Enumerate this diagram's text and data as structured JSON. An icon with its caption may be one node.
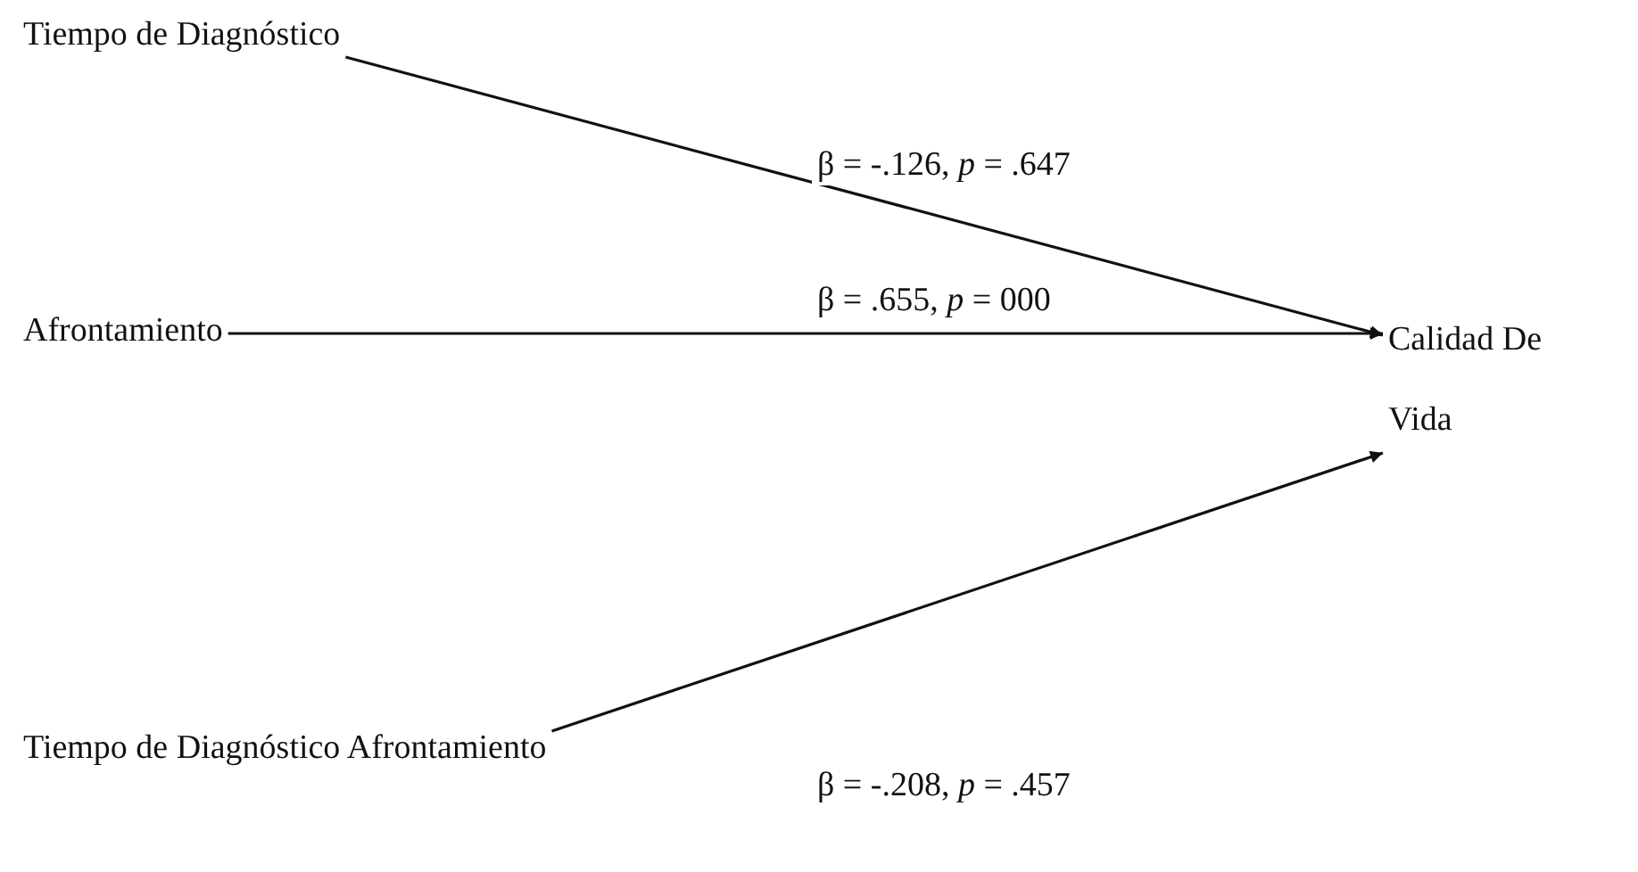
{
  "diagram": {
    "nodes": [
      {
        "text": [
          "Tiempo de Diagnóstico"
        ]
      },
      {
        "text": [
          "Afrontamiento"
        ]
      },
      {
        "text": [
          "Calidad De Vida"
        ]
      },
      {
        "text": [
          "Tiempo de Diagnóstico Afrontamiento"
        ]
      }
    ],
    "edges": [
      {
        "from": 0,
        "to": 2,
        "arrow": "to",
        "label": "β = -.126, *p* = .647"
      },
      {
        "from": 1,
        "to": 2,
        "arrow": "to",
        "label": "β = .655, *p* = 000"
      },
      {
        "from": 3,
        "to": 2,
        "arrow": "to",
        "label": "β = -.208, *p* = .457"
      }
    ]
  }
}
